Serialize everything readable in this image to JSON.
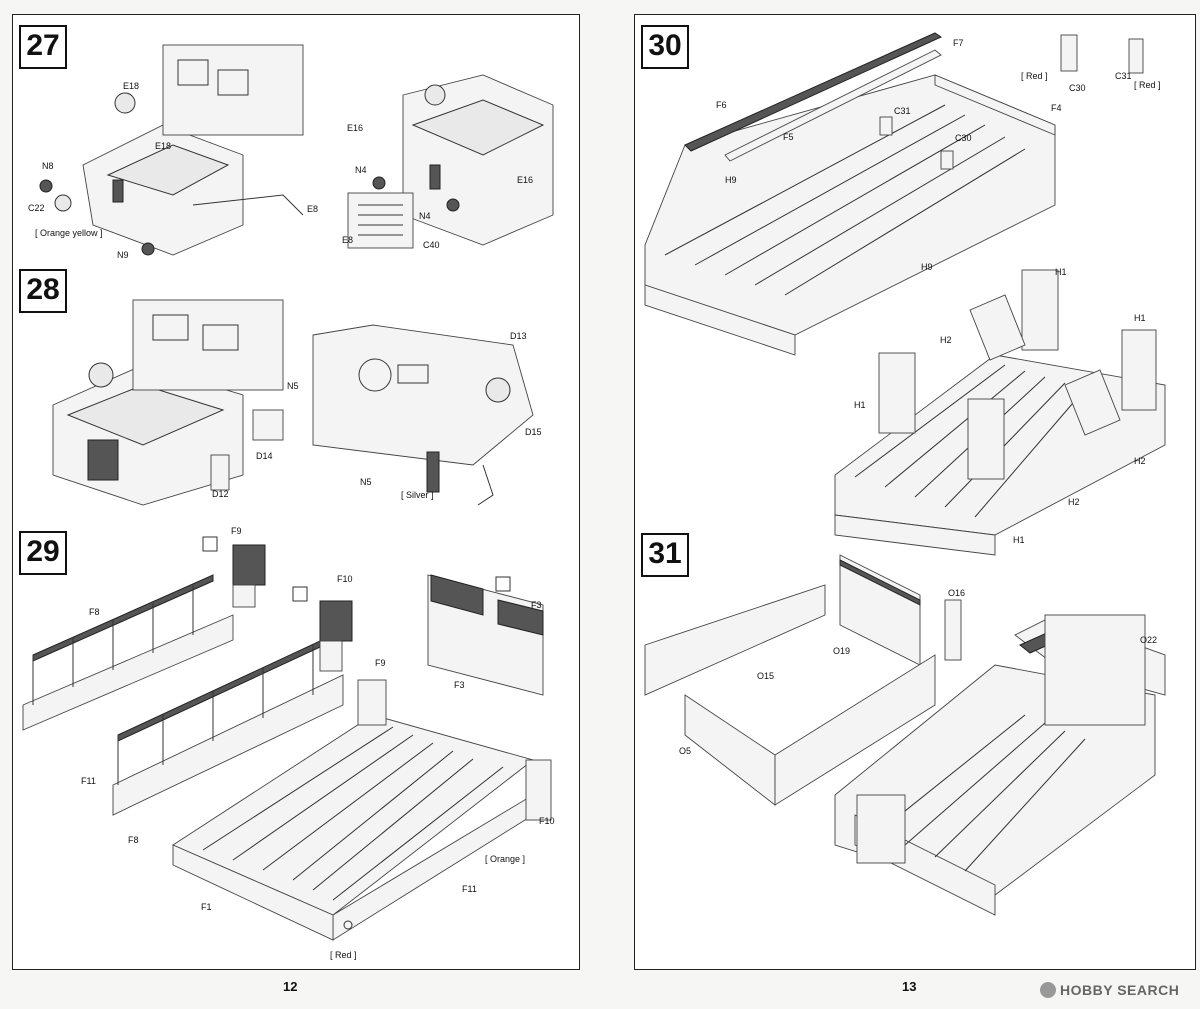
{
  "left_page": {
    "page_number": "12",
    "steps": [
      {
        "number": "27",
        "labels": [
          "E18",
          "E18",
          "N8",
          "C22",
          "[ Orange  yellow ]",
          "N9",
          "E16",
          "N4",
          "E16",
          "E8",
          "N4",
          "E8",
          "C40"
        ]
      },
      {
        "number": "28",
        "labels": [
          "N5",
          "D14",
          "D12",
          "D13",
          "D15",
          "N5",
          "[ Silver ]"
        ]
      },
      {
        "number": "29",
        "labels": [
          "F9",
          "F8",
          "F10",
          "F3",
          "F9",
          "F3",
          "F11",
          "F8",
          "F10",
          "[ Orange ]",
          "F11",
          "F1",
          "[ Red ]"
        ]
      }
    ]
  },
  "right_page": {
    "page_number": "13",
    "steps": [
      {
        "number": "30",
        "labels": [
          "F7",
          "[ Red ]",
          "C30",
          "C31",
          "[ Red ]",
          "F6",
          "F5",
          "C31",
          "F4",
          "C30",
          "H9",
          "H9",
          "H1",
          "H1",
          "H2",
          "H1",
          "H2",
          "H2",
          "H1"
        ]
      },
      {
        "number": "31",
        "labels": [
          "O16",
          "O22",
          "O19",
          "O15",
          "O5"
        ]
      }
    ]
  },
  "watermark": {
    "text": "HOBBY SEARCH"
  }
}
